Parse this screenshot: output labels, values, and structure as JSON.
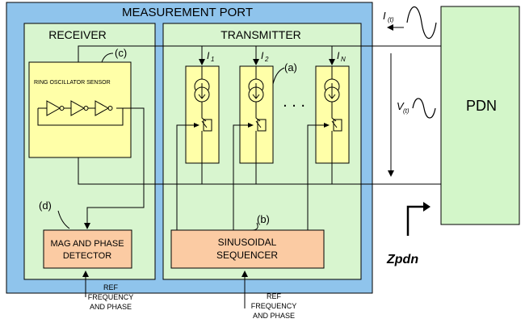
{
  "labels": {
    "measurement_port": "MEASUREMENT PORT",
    "receiver": "RECEIVER",
    "transmitter": "TRANSMITTER",
    "ring_oscillator": "RING OSCILLATOR SENSOR",
    "pdn": "PDN",
    "mag_phase_line1": "MAG AND PHASE",
    "mag_phase_line2": "DETECTOR",
    "sinusoidal_line1": "SINUSOIDAL",
    "sinusoidal_line2": "SEQUENCER",
    "ref_line1": "REF",
    "ref_line2": "FREQUENCY",
    "ref_line3": "AND  PHASE",
    "callout_a": "(a)",
    "callout_b": "(b)",
    "callout_c": "(c)",
    "callout_d": "(d)",
    "current_i1": "I",
    "current_i1_sub": "1",
    "current_i2": "I",
    "current_i2_sub": "2",
    "current_in": "I",
    "current_in_sub": "N",
    "ellipsis": ". . .",
    "it_main": "I",
    "it_sub": "(t)",
    "vt_main": "V",
    "vt_sub": "(t)",
    "zpdn": "Zpdn"
  },
  "colors": {
    "port_blue": "#8fc4ec",
    "panel_green": "#d8f5cf",
    "pdn_green": "#d3f6c9",
    "sensor_yellow": "#ffffa8",
    "orange": "#fbcba3",
    "line": "#000000"
  }
}
